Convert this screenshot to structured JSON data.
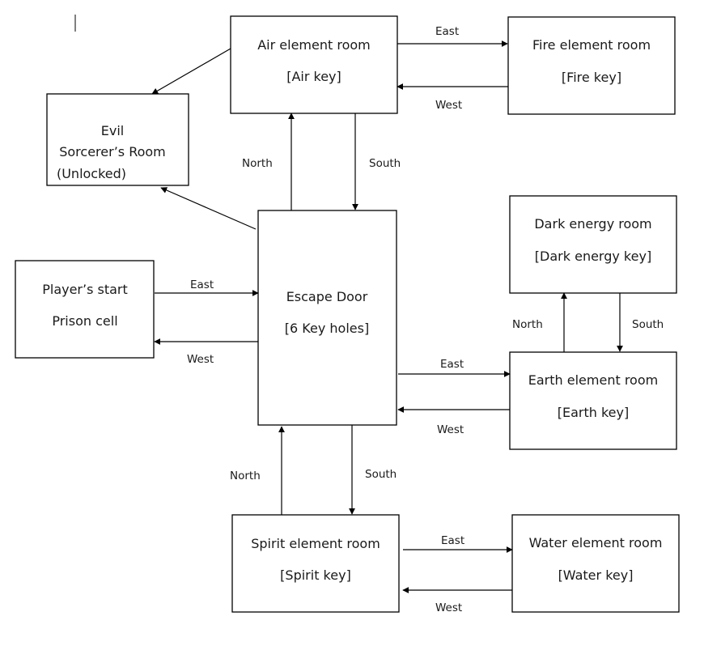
{
  "rooms": {
    "air": {
      "line1": "Air element room",
      "line2": "[Air key]"
    },
    "fire": {
      "line1": "Fire element room",
      "line2": "[Fire key]"
    },
    "evil": {
      "line1": "Evil",
      "line2": "Sorcerer’s Room",
      "line3": "(Unlocked)"
    },
    "escape": {
      "line1": "Escape Door",
      "line2": "[6 Key holes]"
    },
    "start": {
      "line1": "Player’s start",
      "line2": "Prison cell"
    },
    "dark": {
      "line1": "Dark energy room",
      "line2": "[Dark energy key]"
    },
    "earth": {
      "line1": "Earth element room",
      "line2": "[Earth key]"
    },
    "spirit": {
      "line1": "Spirit element room",
      "line2": "[Spirit key]"
    },
    "water": {
      "line1": "Water element room",
      "line2": "[Water key]"
    }
  },
  "labels": {
    "air_fire_east": "East",
    "fire_air_west": "West",
    "escape_air_north": "North",
    "air_escape_south": "South",
    "start_escape_east": "East",
    "escape_start_west": "West",
    "escape_earth_east": "East",
    "earth_escape_west": "West",
    "earth_dark_north": "North",
    "dark_earth_south": "South",
    "spirit_escape_north": "North",
    "escape_spirit_south": "South",
    "spirit_water_east": "East",
    "water_spirit_west": "West"
  }
}
